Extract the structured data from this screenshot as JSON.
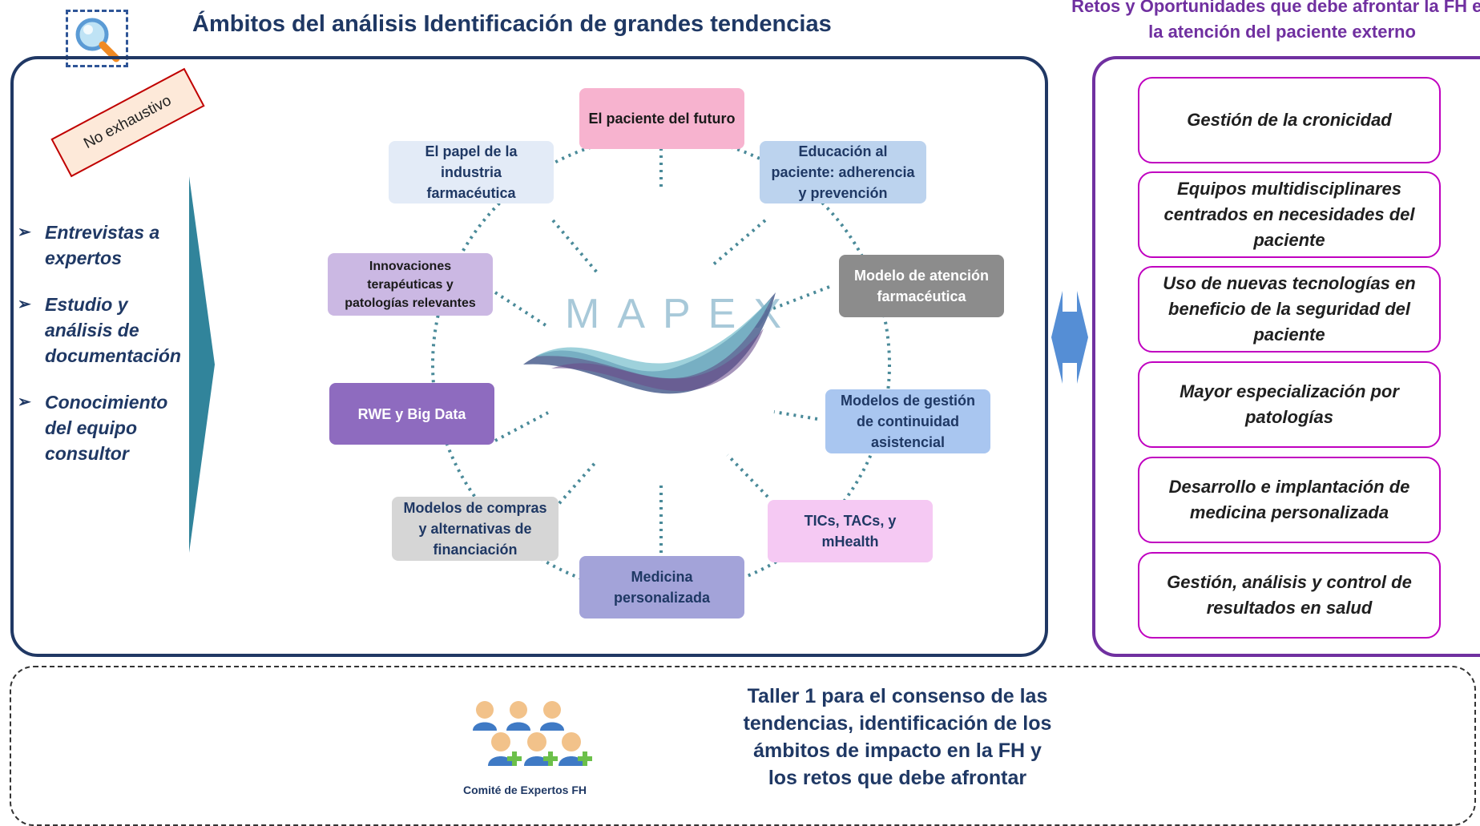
{
  "title": "Ámbitos del análisis Identificación de grandes tendencias",
  "right_header": "Retos y Oportunidades que debe afrontar la FH en la atención del paciente externo",
  "stamp": "No exhaustivo",
  "methods": [
    "Entrevistas a expertos",
    "Estudio y análisis de documentación",
    "Conocimiento del equipo consultor"
  ],
  "center_logo": "MAPEX",
  "trends": [
    {
      "label": "El paciente del futuro"
    },
    {
      "label": "Educación al paciente: adherencia y prevención"
    },
    {
      "label": "Modelo de atención farmacéutica"
    },
    {
      "label": "Modelos de gestión de continuidad asistencial"
    },
    {
      "label": "TICs, TACs, y mHealth"
    },
    {
      "label": "Medicina personalizada"
    },
    {
      "label": "Modelos de compras y alternativas de financiación"
    },
    {
      "label": "RWE y Big Data"
    },
    {
      "label": "Innovaciones terapéuticas y patologías relevantes"
    },
    {
      "label": "El papel de la industria farmacéutica"
    }
  ],
  "challenges": [
    "Gestión de la cronicidad",
    "Equipos multidisciplinares centrados en necesidades del paciente",
    "Uso de nuevas tecnologías en beneficio de la seguridad del paciente",
    "Mayor especialización por patologías",
    "Desarrollo e implantación de medicina personalizada",
    "Gestión, análisis y control de resultados en salud"
  ],
  "committee_label": "Comité de Expertos FH",
  "workshop": "Taller 1 para el consenso de las tendencias, identificación de los ámbitos de impacto en la FH y los retos que debe afrontar",
  "colors": {
    "navy": "#203864",
    "purple": "#7030a0",
    "magenta": "#c000c0",
    "teal_arrow": "#31849b",
    "blue_arrow": "#558ed5"
  }
}
